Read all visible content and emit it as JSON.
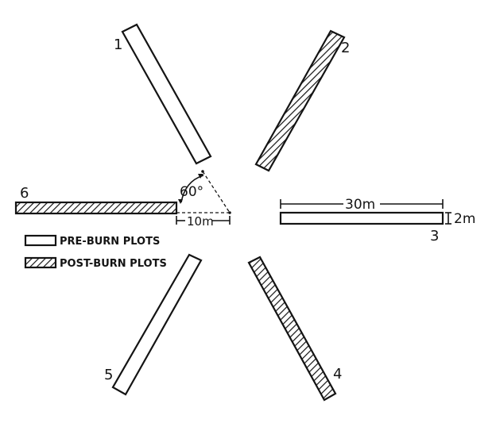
{
  "plots": [
    {
      "number": "1",
      "type": "pre-burn"
    },
    {
      "number": "2",
      "type": "post-burn"
    },
    {
      "number": "3",
      "type": "pre-burn"
    },
    {
      "number": "4",
      "type": "post-burn"
    },
    {
      "number": "5",
      "type": "pre-burn"
    },
    {
      "number": "6",
      "type": "post-burn"
    }
  ],
  "dimensions": {
    "angle": "60°",
    "offset": "10m",
    "length": "30m",
    "width": "2m"
  },
  "legend": {
    "pre_burn_label": "PRE-BURN PLOTS",
    "post_burn_label": "POST-BURN PLOTS"
  },
  "colors": {
    "ink": "#141414",
    "background": "#ffffff"
  }
}
